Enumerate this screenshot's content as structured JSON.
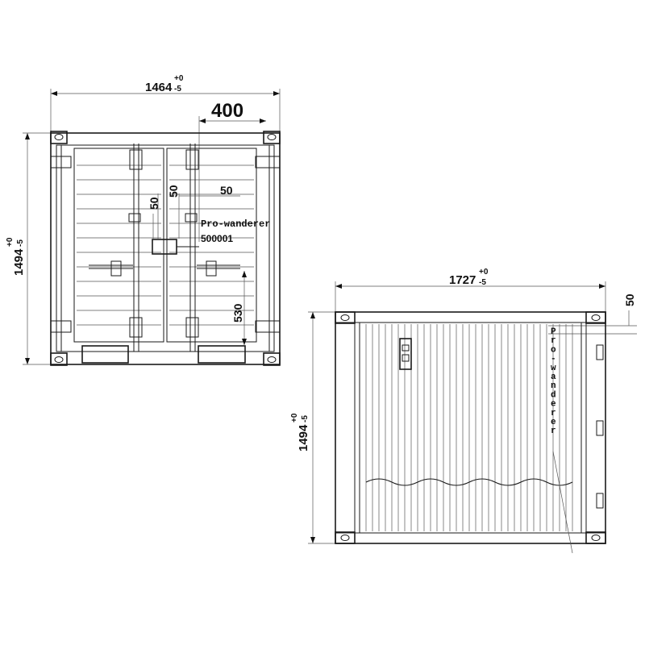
{
  "front_view": {
    "width_dim": {
      "value": "1464",
      "tol_upper": "+0",
      "tol_lower": "-5"
    },
    "height_dim": {
      "value": "1494",
      "tol_upper": "+0",
      "tol_lower": "-5"
    },
    "offset_dim": "400",
    "dim_50_vertical_a": "50",
    "dim_50_vertical_b": "50",
    "dim_50_horizontal": "50",
    "dim_530": "530",
    "plate_brand": "Pro-wanderer",
    "plate_serial": "500001"
  },
  "side_view": {
    "length_dim": {
      "value": "1727",
      "tol_upper": "+0",
      "tol_lower": "-5"
    },
    "height_dim": {
      "value": "1494",
      "tol_upper": "+0",
      "tol_lower": "-5"
    },
    "dim_50": "50",
    "brand_vertical": "Pro-wanderer"
  }
}
